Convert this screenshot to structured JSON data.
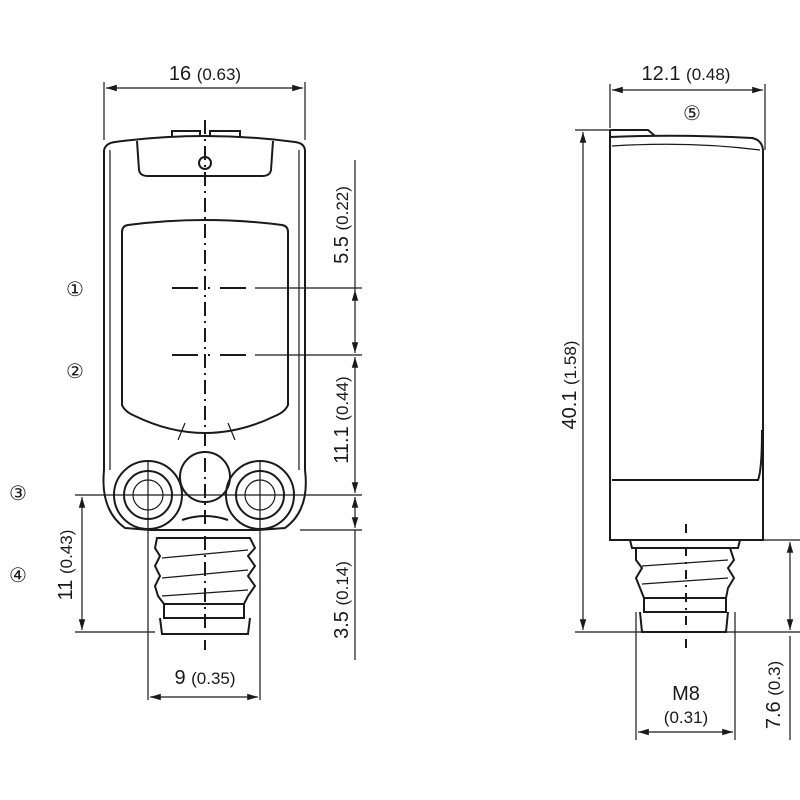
{
  "front_view": {
    "width_dim": {
      "value": "16",
      "inch": "(0.63)"
    },
    "dim_5_5": {
      "value": "5.5",
      "inch": "(0.22)"
    },
    "dim_11_1": {
      "value": "11.1",
      "inch": "(0.44)"
    },
    "dim_3_5": {
      "value": "3.5",
      "inch": "(0.14)"
    },
    "dim_11": {
      "value": "11",
      "inch": "(0.43)"
    },
    "dim_9": {
      "value": "9",
      "inch": "(0.35)"
    }
  },
  "side_view": {
    "width_dim": {
      "value": "12.1",
      "inch": "(0.48)"
    },
    "height_dim": {
      "value": "40.1",
      "inch": "(1.58)"
    },
    "thread": {
      "value": "M8",
      "inch": "(0.31)"
    },
    "dim_7_6": {
      "value": "7.6",
      "inch": "(0.3)"
    }
  },
  "callouts": [
    "①",
    "②",
    "③",
    "④",
    "⑤"
  ]
}
